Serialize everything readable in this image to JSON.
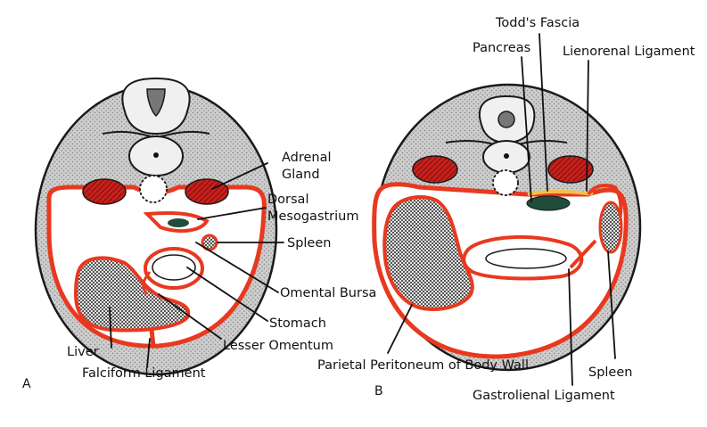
{
  "panels": {
    "a": "A",
    "b": "B"
  },
  "labels_a": {
    "adrenal_line1": "Adrenal",
    "adrenal_line2": "Gland",
    "dorsal_line1": "Dorsal",
    "dorsal_line2": "Mesogastrium",
    "spleen": "Spleen",
    "omental_bursa": "Omental Bursa",
    "stomach": "Stomach",
    "lesser_omentum": "Lesser Omentum",
    "liver": "Liver",
    "falciform": "Falciform Ligament"
  },
  "labels_b": {
    "todds_fascia": "Todd's Fascia",
    "pancreas": "Pancreas",
    "lienorenal": "Lienorenal Ligament",
    "parietal": "Parietal Peritoneum of Body Wall",
    "spleen": "Spleen",
    "gastrolienal": "Gastrolienal Ligament"
  },
  "colors": {
    "peritoneum": "#e8391f",
    "tissue_fill": "#d9d9d9",
    "kidney": "#c8201c",
    "pancreas": "#1f4d3a",
    "outline": "#1a1a1a",
    "fat": "#f3c14a"
  }
}
